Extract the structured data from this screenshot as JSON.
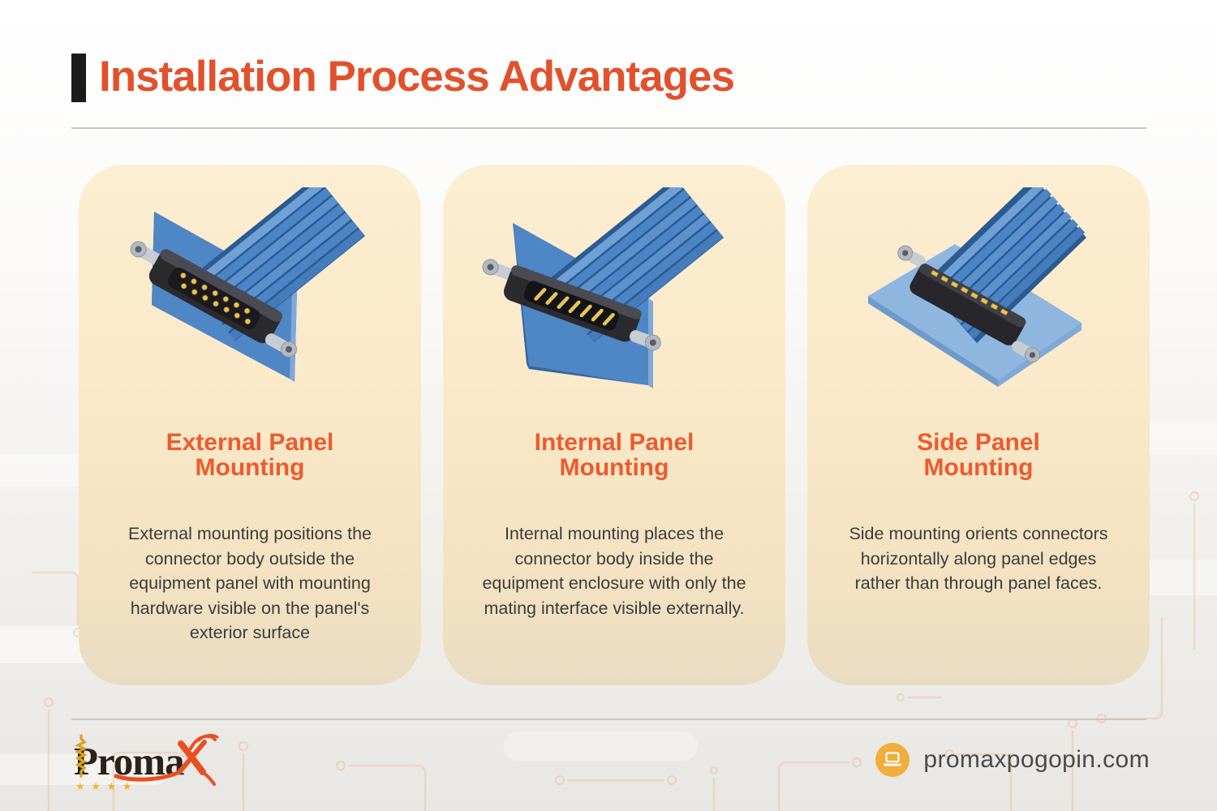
{
  "header": {
    "title": "Installation Process Advantages"
  },
  "cards": [
    {
      "title_lines": [
        "External Panel",
        "Mounting"
      ],
      "body": "External mounting positions the connector body outside the equipment panel with mounting hardware visible on the panel's exterior surface",
      "illustration": "external-panel-mount-connector-3d"
    },
    {
      "title_lines": [
        "Internal Panel",
        "Mounting"
      ],
      "body": "Internal mounting places the connector body inside the equipment enclosure with only the mating interface visible externally.",
      "illustration": "internal-panel-mount-connector-3d"
    },
    {
      "title_lines": [
        "Side Panel",
        "Mounting"
      ],
      "body": "Side mounting orients connectors horizontally along panel edges rather than through panel faces.",
      "illustration": "side-panel-mount-connector-3d"
    }
  ],
  "footer": {
    "logo_text": "Proma",
    "logo_stars": "★ ★ ★ ★",
    "website": "promaxpogopin.com",
    "website_icon": "laptop-icon"
  },
  "colors": {
    "accent_orange": "#E2512B",
    "card_title_orange": "#EE5A2D",
    "card_bg_cream": "#FAE9C9",
    "panel_blue": "#4E86C6",
    "panel_blue_light": "#8FB6DF",
    "cable_blue_dark": "#2C5C92",
    "connector_black": "#2A2A2F",
    "pin_gold": "#E7C45C",
    "screw_silver": "#C8CDD3",
    "header_bar_black": "#1B1B1B",
    "link_icon_amber": "#F1AE3B",
    "body_text": "#3C3B39"
  }
}
